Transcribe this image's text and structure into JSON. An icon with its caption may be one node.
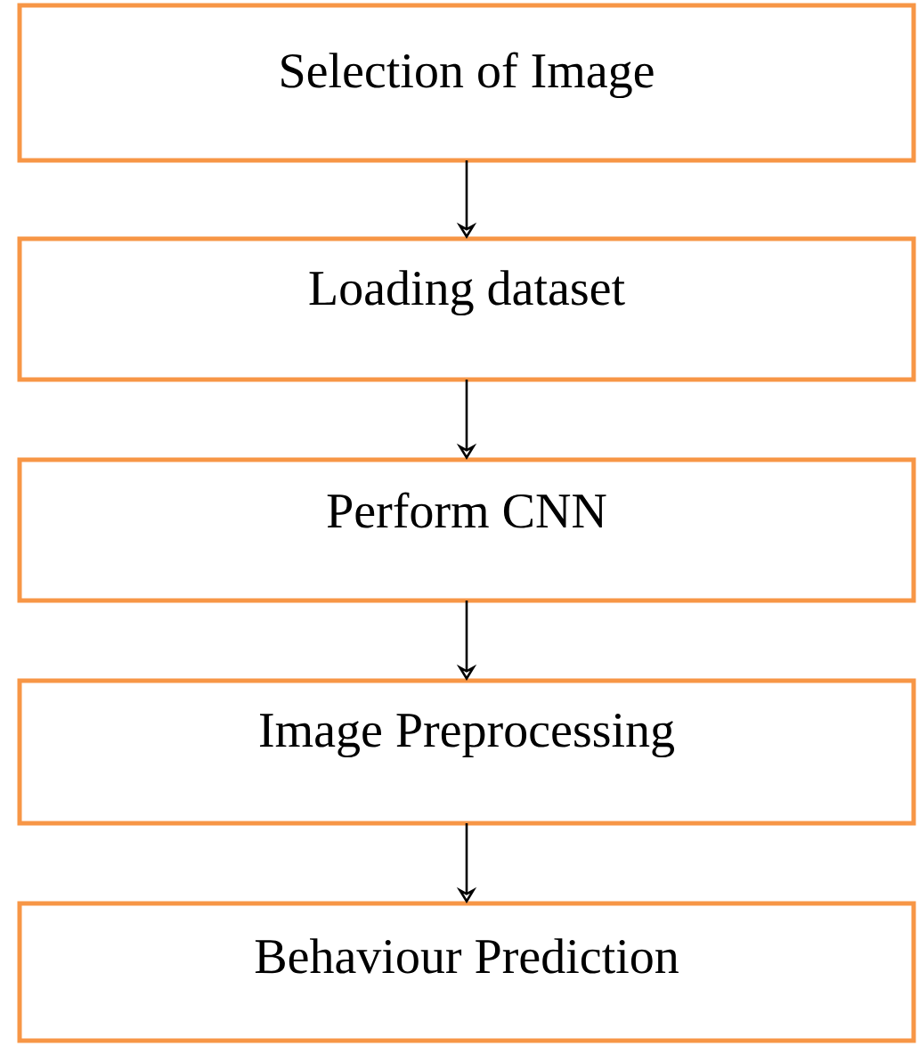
{
  "diagram": {
    "nodes": [
      {
        "text": [
          "Selection of Image"
        ]
      },
      {
        "text": [
          "Loading dataset"
        ]
      },
      {
        "text": [
          "Perform CNN"
        ]
      },
      {
        "text": [
          "Image Preprocessing"
        ]
      },
      {
        "text": [
          "Behaviour Prediction"
        ]
      }
    ],
    "edges": [
      {
        "from": 0,
        "to": 1,
        "arrow": "to"
      },
      {
        "from": 1,
        "to": 2,
        "arrow": "to"
      },
      {
        "from": 2,
        "to": 3,
        "arrow": "to"
      },
      {
        "from": 3,
        "to": 4,
        "arrow": "to"
      }
    ]
  }
}
